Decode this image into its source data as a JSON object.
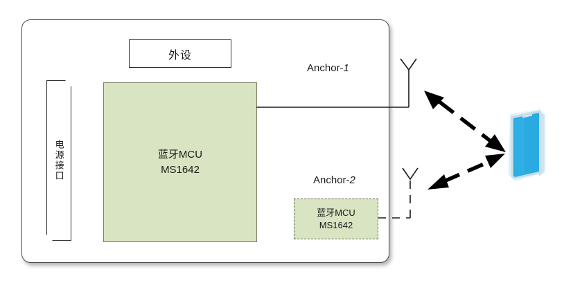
{
  "diagram": {
    "title_text_present": false,
    "enclosure": {
      "name": "device-enclosure",
      "shape": "rounded-rectangle"
    },
    "blocks": {
      "peripheral": {
        "label": "外设"
      },
      "power_interface": {
        "label": "电源接口"
      },
      "mcu_main": {
        "line1": "蓝牙MCU",
        "line2": "MS1642"
      },
      "mcu_anchor2": {
        "line1": "蓝牙MCU",
        "line2": "MS1642"
      }
    },
    "anchors": [
      {
        "prefix": "Anchor-",
        "index": "1",
        "style": "solid"
      },
      {
        "prefix": "Anchor-",
        "index": "2",
        "style": "dashed"
      }
    ],
    "phone": {
      "icon": "smartphone-icon",
      "screen_color": "#29abe2",
      "frame_color": "#b9d9ea"
    },
    "links": [
      {
        "from": "anchor-1-antenna",
        "to": "phone",
        "style": "dashed-double-arrow"
      },
      {
        "from": "anchor-2-antenna",
        "to": "phone",
        "style": "dashed-double-arrow"
      }
    ],
    "colors": {
      "mcu_fill": "#d9e4c2",
      "mcu_stroke": "#7a8363",
      "enclosure_stroke": "#4d4d4d",
      "box_stroke": "#2b2b2b",
      "arrow": "#000000",
      "phone_blue": "#29abe2"
    }
  }
}
